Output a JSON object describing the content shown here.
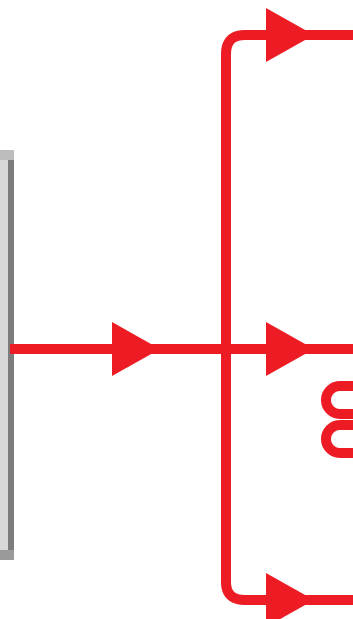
{
  "diagram": {
    "colors": {
      "line": "#ed1c24",
      "device_frame": "#9a9a9a",
      "device_face": "#d8d8d8",
      "device_shadow": "#7c7c7c",
      "background": "#ffffff"
    },
    "input": {
      "source": "device",
      "arrow_count": 1
    },
    "outputs": {
      "branch_count": 3,
      "middle_branch_symbol": "stacked-loops"
    }
  }
}
